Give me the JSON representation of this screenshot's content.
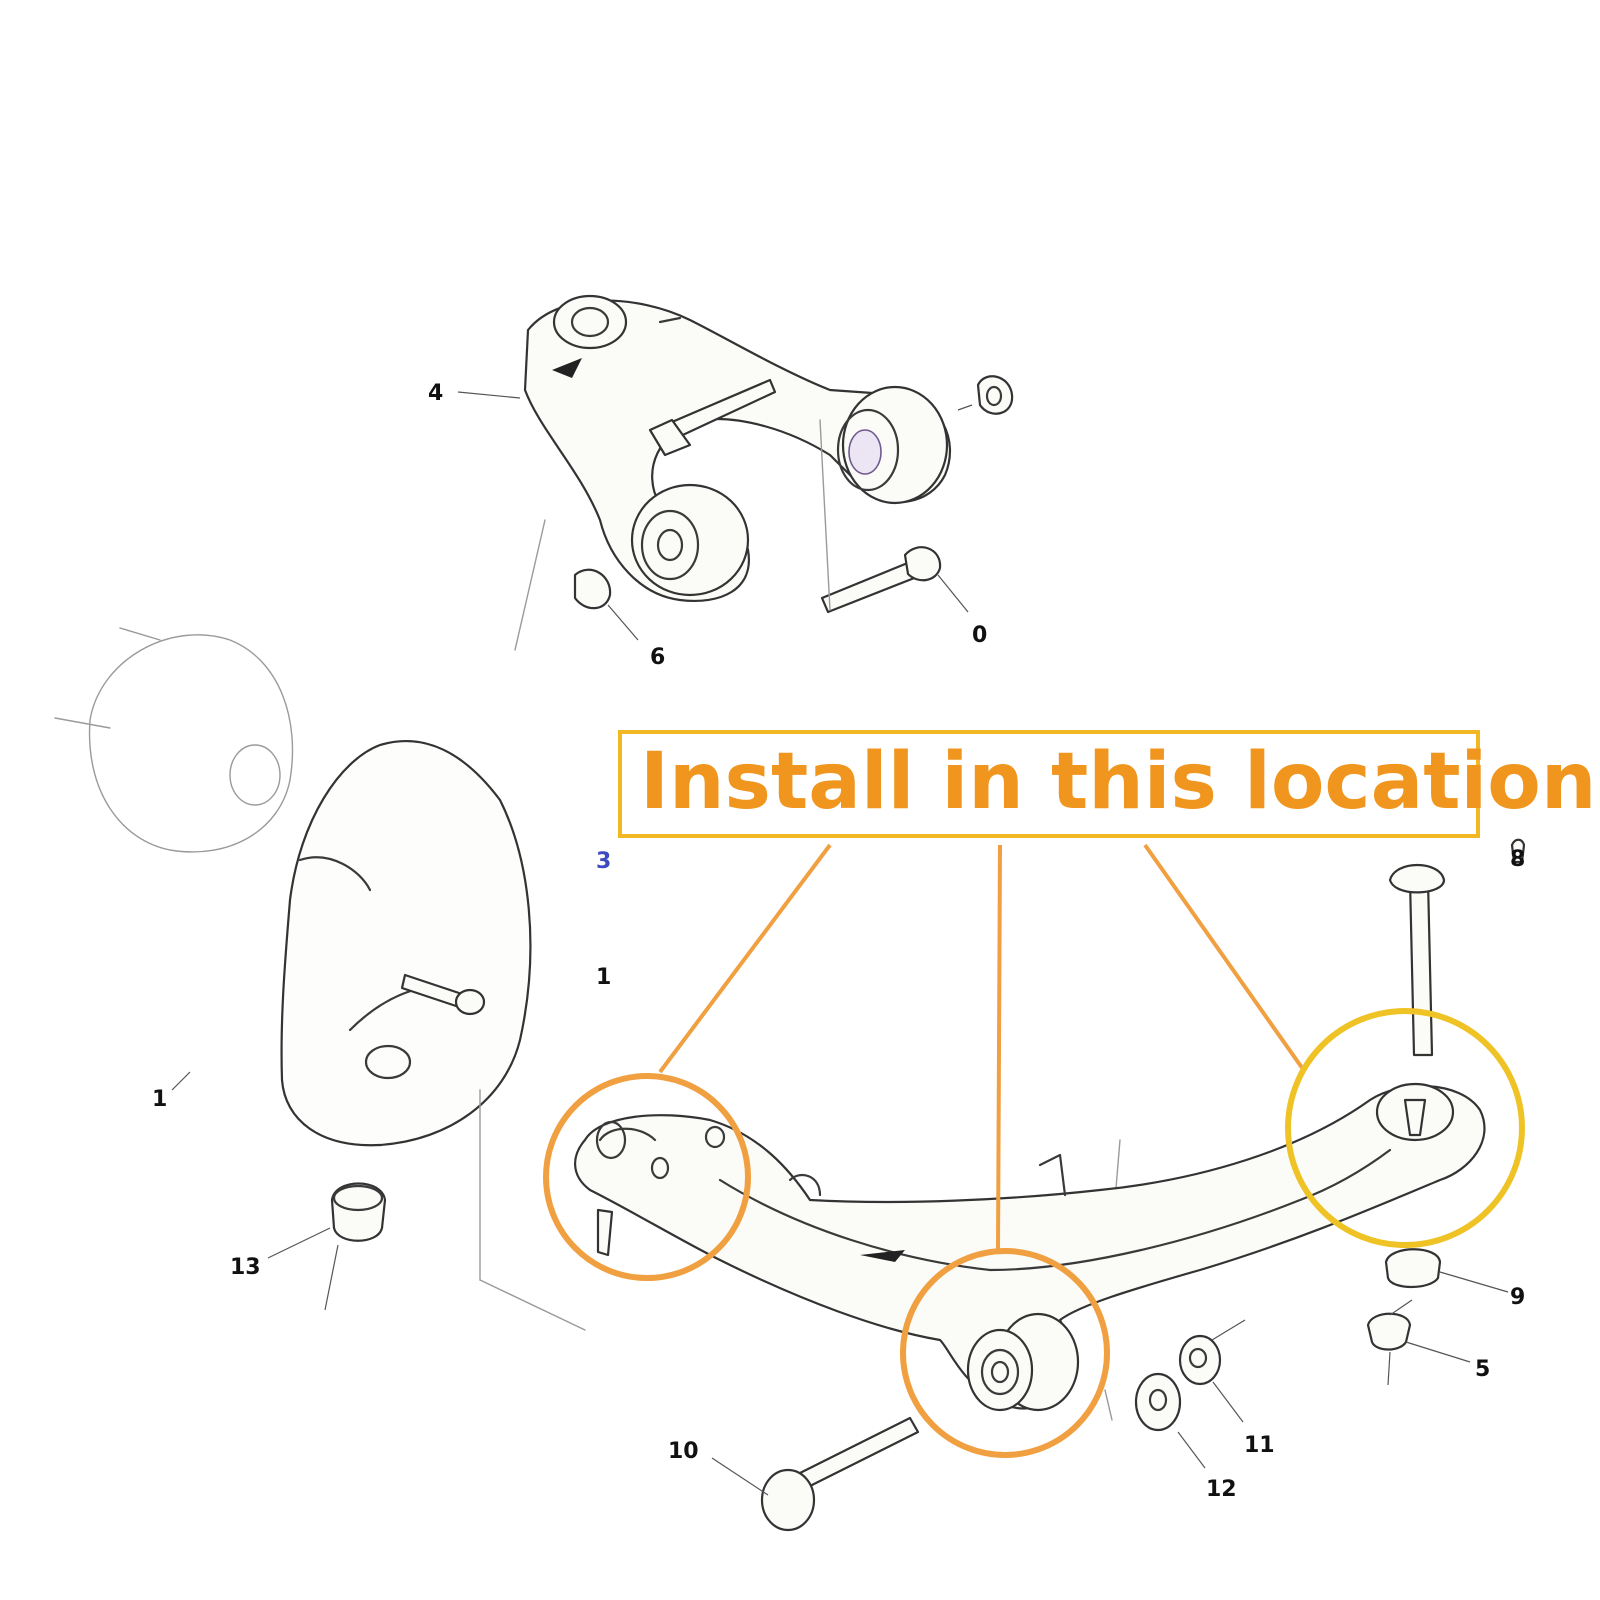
{
  "callout": {
    "text": "Install in this location",
    "text_color": "#f0961e",
    "box_color": "#f2b823"
  },
  "highlight_colors": {
    "orange": "#f0a040",
    "yellow": "#efc325"
  },
  "part_numbers": [
    "4",
    "6",
    "0",
    "1",
    "13",
    "10",
    "12",
    "11",
    "5",
    "9",
    "8",
    "3",
    "1"
  ]
}
